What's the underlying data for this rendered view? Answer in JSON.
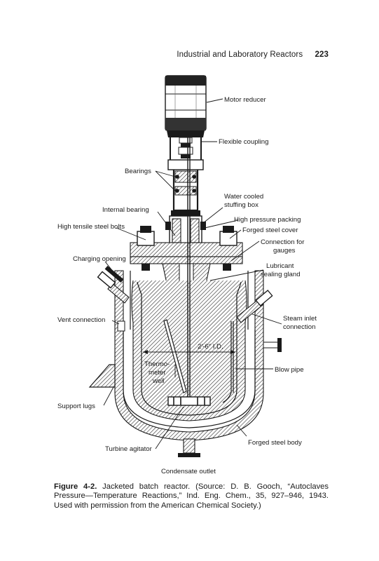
{
  "running_head": {
    "title": "Industrial and Laboratory Reactors",
    "page_number": "223"
  },
  "figure": {
    "labels": {
      "motor_reducer": "Motor reducer",
      "flexible_coupling": "Flexible coupling",
      "bearings": "Bearings",
      "water_cooled_1": "Water cooled",
      "water_cooled_2": "stuffing box",
      "internal_bearing": "Internal bearing",
      "high_pressure_packing": "High pressure packing",
      "high_tensile_bolts": "High tensile steel bolts",
      "forged_steel_cover": "Forged steel cover",
      "connection_gauges_1": "Connection for",
      "connection_gauges_2": "gauges",
      "charging_opening": "Charging opening",
      "lubricant_1": "Lubricant",
      "lubricant_2": "sealing gland",
      "vent_connection": "Vent connection",
      "steam_inlet_1": "Steam inlet",
      "steam_inlet_2": "connection",
      "diameter": "2′-6″ I.D.",
      "thermometer_1": "Thermo-",
      "thermometer_2": "meter",
      "thermometer_3": "well",
      "blow_pipe": "Blow pipe",
      "support_lugs": "Support lugs",
      "forged_steel_body": "Forged steel body",
      "turbine_agitator": "Turbine agitator",
      "condensate_outlet": "Condensate outlet"
    }
  },
  "caption": {
    "label": "Figure 4-2.",
    "text": "Jacketed batch reactor. (Source: D. B. Gooch, “Autoclaves Pressure—Temperature Reactions,” Ind. Eng. Chem., 35, 927–946, 1943. Used with permission from the American Chemical Society.)"
  }
}
